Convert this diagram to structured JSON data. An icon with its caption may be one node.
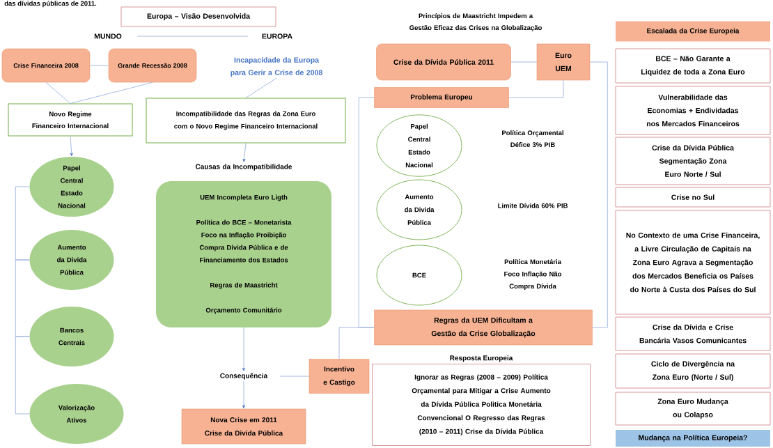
{
  "diagram": {
    "title": "das dívidas públicas de 2011.",
    "nodes": [
      {
        "text": [
          "Europa – Visão Desenvolvida"
        ]
      },
      {
        "text": [
          "MUNDO"
        ]
      },
      {
        "text": [
          "EUROPA"
        ]
      },
      {
        "text": [
          "Crise Financeira 2008"
        ]
      },
      {
        "text": [
          "Grande Recessão 2008"
        ]
      },
      {
        "text": [
          "Incapacidade da Europa para Gerir a Crise de 2008"
        ]
      },
      {
        "text": [
          "Novo Regime Financeiro Internacional"
        ]
      },
      {
        "text": [
          "Incompatibilidade das Regras da Zona Euro com o Novo Regime Financeiro Internacional"
        ]
      },
      {
        "text": [
          "Papel Central Estado Nacional"
        ]
      },
      {
        "text": [
          "Aumento da Divida Pública"
        ]
      },
      {
        "text": [
          "Bancos Centrais"
        ]
      },
      {
        "text": [
          "Valorização Ativos"
        ]
      },
      {
        "text": [
          "Causas da Incompatibilidade"
        ]
      },
      {
        "text": [
          "UEM Incompleta Euro Ligth",
          "Política do BCE – Monetarista Foco na Inflação Proibição Compra Dívida Pública e de Financiamento dos Estados",
          "Regras de Maastricht",
          "Orçamento Comunitário"
        ]
      },
      {
        "text": [
          "Consequência"
        ]
      },
      {
        "text": [
          "Nova Crise em 2011 Crise da Divida Pública"
        ]
      },
      {
        "text": [
          "Incentivo e Castigo"
        ]
      },
      {
        "text": [
          "Crise da Dívida Pública 2011"
        ]
      },
      {
        "text": [
          "Euro UEM"
        ]
      },
      {
        "text": [
          "Problema Europeu"
        ]
      },
      {
        "text": [
          "Papel Central Estado Nacional"
        ]
      },
      {
        "text": [
          "Aumento da Divida Pública"
        ]
      },
      {
        "text": [
          "BCE"
        ]
      },
      {
        "text": [
          "Regras da UEM Dificultam a Gestão da Crise Globalização"
        ]
      },
      {
        "text": [
          "Resposta Europeia",
          "Ignorar as Regras (2008 – 2009) Política Orçamental para Mitigar a Crise Aumento da Dívida Pública Politica Monetária Convencional O Regresso das Regras (2010 – 2011) Crise da Dívida Pública"
        ]
      },
      {
        "text": [
          "Escalada da Crise Europeia"
        ]
      },
      {
        "text": [
          "BCE – Não Garante a Liquidez de toda a Zona Euro"
        ]
      },
      {
        "text": [
          "Vulnerabilidade das Economias + Endividadas nos Mercados Financeiros"
        ]
      },
      {
        "text": [
          "Crise da Dívida Pública Segmentação Zona Euro Norte / Sul"
        ]
      },
      {
        "text": [
          "Crise no Sul"
        ]
      },
      {
        "text": [
          "No Contexto de uma Crise Financeira, a Livre Circulação de Capitais na Zona Euro Agrava a Segmentação dos Mercados Beneficia os Países do Norte à Custa dos Países do Sul"
        ]
      },
      {
        "text": [
          "Crise da Dívida e Crise Bancária Vasos Comunicantes"
        ]
      },
      {
        "text": [
          "Ciclo de Divergência na Zona Euro (Norte / Sul)"
        ]
      },
      {
        "text": [
          "Zona Euro Mudança ou Colapso"
        ]
      },
      {
        "text": [
          "Mudança na Política Europeia?"
        ]
      }
    ],
    "edges": [
      {
        "from": 1,
        "to": 2,
        "arrow": "none"
      },
      {
        "from": 3,
        "to": 4,
        "arrow": "none"
      },
      {
        "from": 3,
        "to": 6,
        "arrow": "none"
      },
      {
        "from": 4,
        "to": 6,
        "arrow": "none"
      },
      {
        "from": 5,
        "to": 7,
        "arrow": "none"
      },
      {
        "from": 6,
        "to": 8,
        "arrow": "to"
      },
      {
        "from": 8,
        "to": 9,
        "arrow": "none"
      },
      {
        "from": 9,
        "to": 10,
        "arrow": "none"
      },
      {
        "from": 10,
        "to": 11,
        "arrow": "none"
      },
      {
        "from": 7,
        "to": 12,
        "arrow": "to"
      },
      {
        "from": 13,
        "to": 14,
        "arrow": "to"
      },
      {
        "from": 14,
        "to": 15,
        "arrow": "to"
      },
      {
        "from": 16,
        "to": 14,
        "arrow": "none"
      },
      {
        "from": 17,
        "to": 18,
        "arrow": "none"
      },
      {
        "from": 18,
        "to": 19,
        "arrow": "none"
      },
      {
        "from": 18,
        "to": 23,
        "arrow": "none"
      },
      {
        "from": 19,
        "to": 23,
        "arrow": "none"
      },
      {
        "from": 16,
        "to": 23,
        "arrow": "none"
      }
    ],
    "labels": [
      "Princípios de Maastricht Impedem a Gestão Eficaz das Crises na Globalização",
      "Política Orçamental Défice 3% PIB",
      "Limite Dívida 60% PIB",
      "Política Monetária Foco Inflação Não Compra Dívida"
    ]
  }
}
